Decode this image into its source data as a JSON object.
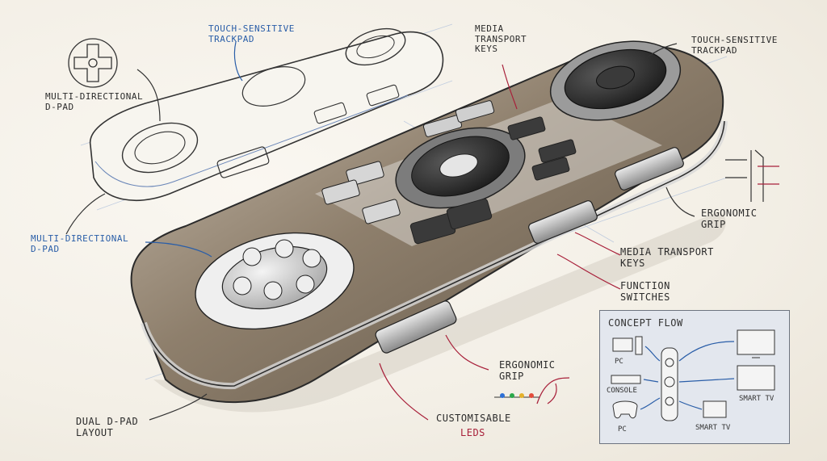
{
  "labels": {
    "touch_trackpad_top": "TOUCH-SENSITIVE\nTRACKPAD",
    "media_keys_top": "MEDIA\nTRANSPORT\nKEYS",
    "touch_trackpad_right": "TOUCH-SENSITIVE\nTRACKPAD",
    "multi_dpad_left": "MULTI-DIRECTIONAL\nD-PAD",
    "multi_dpad_blue": "MULTI-DIRECTIONAL\nD-PAD",
    "ergonomic_grip_right": "ERGONOMIC\nGRIP",
    "media_keys_right": "MEDIA TRANSPORT\nKEYS",
    "function_switches": "FUNCTION\nSWITCHES",
    "ergonomic_grip_bottom": "ERGONOMIC\nGRIP",
    "customisable": "CUSTOMISABLE",
    "leds": "LEDS",
    "dual_dpad": "DUAL D-PAD\nLAYOUT"
  },
  "concept_flow": {
    "title": "CONCEPT FLOW",
    "inputs": [
      "PC",
      "CONSOLE",
      "PC"
    ],
    "outputs": [
      "SMART TV",
      "SMART TV"
    ]
  },
  "colors": {
    "ink": "#2b2b2b",
    "blue_accent": "#2a5ea8",
    "red_accent": "#a8203a",
    "wood": "#8c7d6b",
    "button_dark": "#2e2e2e"
  },
  "led_colors": [
    "#2d6fd6",
    "#2aa84a",
    "#e5b12a",
    "#e34b3b"
  ]
}
